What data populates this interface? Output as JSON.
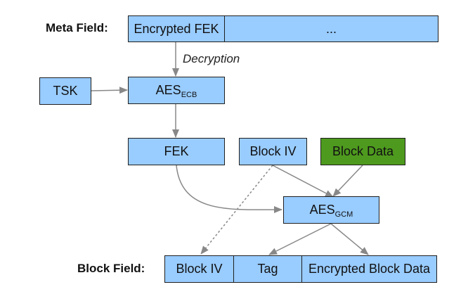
{
  "meta_field": {
    "label": "Meta Field:",
    "encrypted_fek": "Encrypted FEK",
    "ellipsis": "..."
  },
  "decryption_label": "Decryption",
  "tsk": "TSK",
  "aes_ecb": {
    "main": "AES",
    "sub": "ECB"
  },
  "fek": "FEK",
  "block_iv": "Block IV",
  "block_data": "Block Data",
  "aes_gcm": {
    "main": "AES",
    "sub": "GCM"
  },
  "block_field": {
    "label": "Block Field:",
    "block_iv": "Block IV",
    "tag": "Tag",
    "encrypted_block_data": "Encrypted Block Data"
  },
  "colors": {
    "box_fill": "#99ccff",
    "data_fill": "#4e9a1e",
    "arrow": "#888888"
  }
}
